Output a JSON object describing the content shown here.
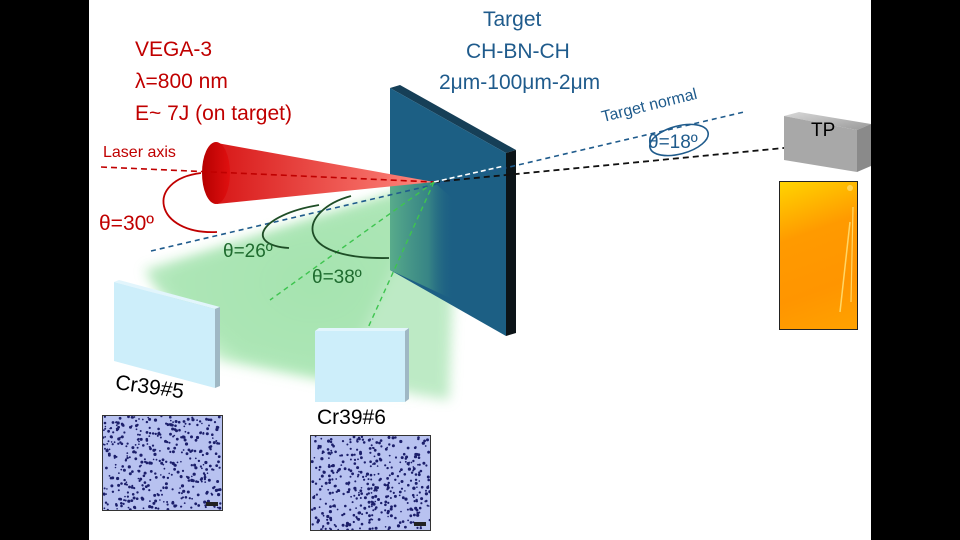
{
  "laser": {
    "name": "VEGA-3",
    "wavelength": "λ=800 nm",
    "energy": "E~ 7J (on target)",
    "axis_label": "Laser axis",
    "angle_label": "θ=30º"
  },
  "target": {
    "title": "Target",
    "composition": "CH-BN-CH",
    "thickness": "2μm-100μm-2μm",
    "normal_label": "Target normal"
  },
  "tp": {
    "label": "TP",
    "angle_label": "θ=18º"
  },
  "detectors": {
    "cr39_5": {
      "label": "Cr39#5",
      "angle_label": "θ=26º"
    },
    "cr39_6": {
      "label": "Cr39#6",
      "angle_label": "θ=38º"
    }
  },
  "colors": {
    "laser": "#c00000",
    "target": "#1c5f84",
    "text_blue": "#1f5b8c",
    "green": "#1e6b2e",
    "detector": "#cdeefa",
    "tp_image": "#ff9a00",
    "track_bg": "#b8c2f0"
  }
}
